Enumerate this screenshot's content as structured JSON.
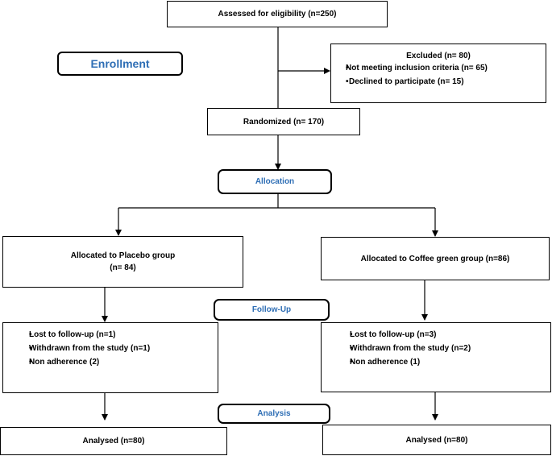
{
  "colors": {
    "stage_text": "#2e6eb5",
    "border": "#000000"
  },
  "assessed": "Assessed for eligibility (n=250)",
  "enrollment_label": "Enrollment",
  "excluded": {
    "title": "Excluded (n= 80)",
    "items": [
      "Not meeting inclusion criteria (n= 65)",
      "Declined to participate (n= 15)"
    ]
  },
  "randomized": "Randomized (n= 170)",
  "allocation_label": "Allocation",
  "placebo": {
    "line1": "Allocated to Placebo group",
    "line2": "(n= 84)"
  },
  "coffee": {
    "line1": "Allocated to Coffee green group (n=86)"
  },
  "followup_label": "Follow-Up",
  "followup_placebo": [
    "Lost to follow-up (n=1)",
    "Withdrawn from the study (n=1)",
    "Non adherence (2)"
  ],
  "followup_coffee": [
    "Lost to follow-up (n=3)",
    "Withdrawn from the study (n=2)",
    "Non adherence (1)"
  ],
  "analysis_label": "Analysis",
  "analysed_placebo": "Analysed (n=80)",
  "analysed_coffee": "Analysed (n=80)"
}
